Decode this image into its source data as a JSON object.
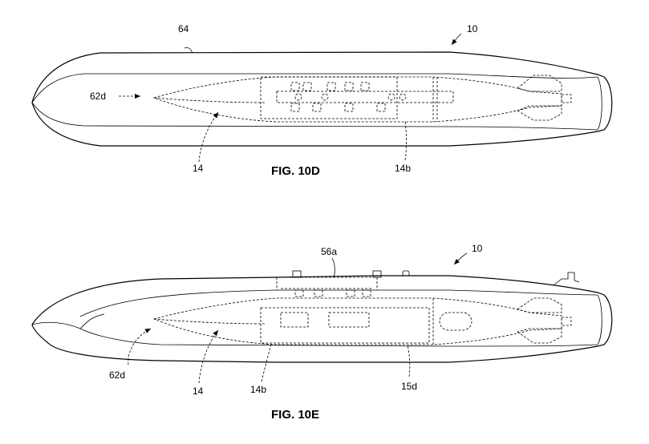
{
  "figure_d": {
    "caption": "FIG. 10D",
    "labels": {
      "ref_10": "10",
      "ref_64": "64",
      "ref_62d": "62d",
      "ref_14": "14",
      "ref_14b": "14b"
    }
  },
  "figure_e": {
    "caption": "FIG. 10E",
    "labels": {
      "ref_10": "10",
      "ref_56a": "56a",
      "ref_62d": "62d",
      "ref_14": "14",
      "ref_14b": "14b",
      "ref_15d": "15d"
    }
  }
}
